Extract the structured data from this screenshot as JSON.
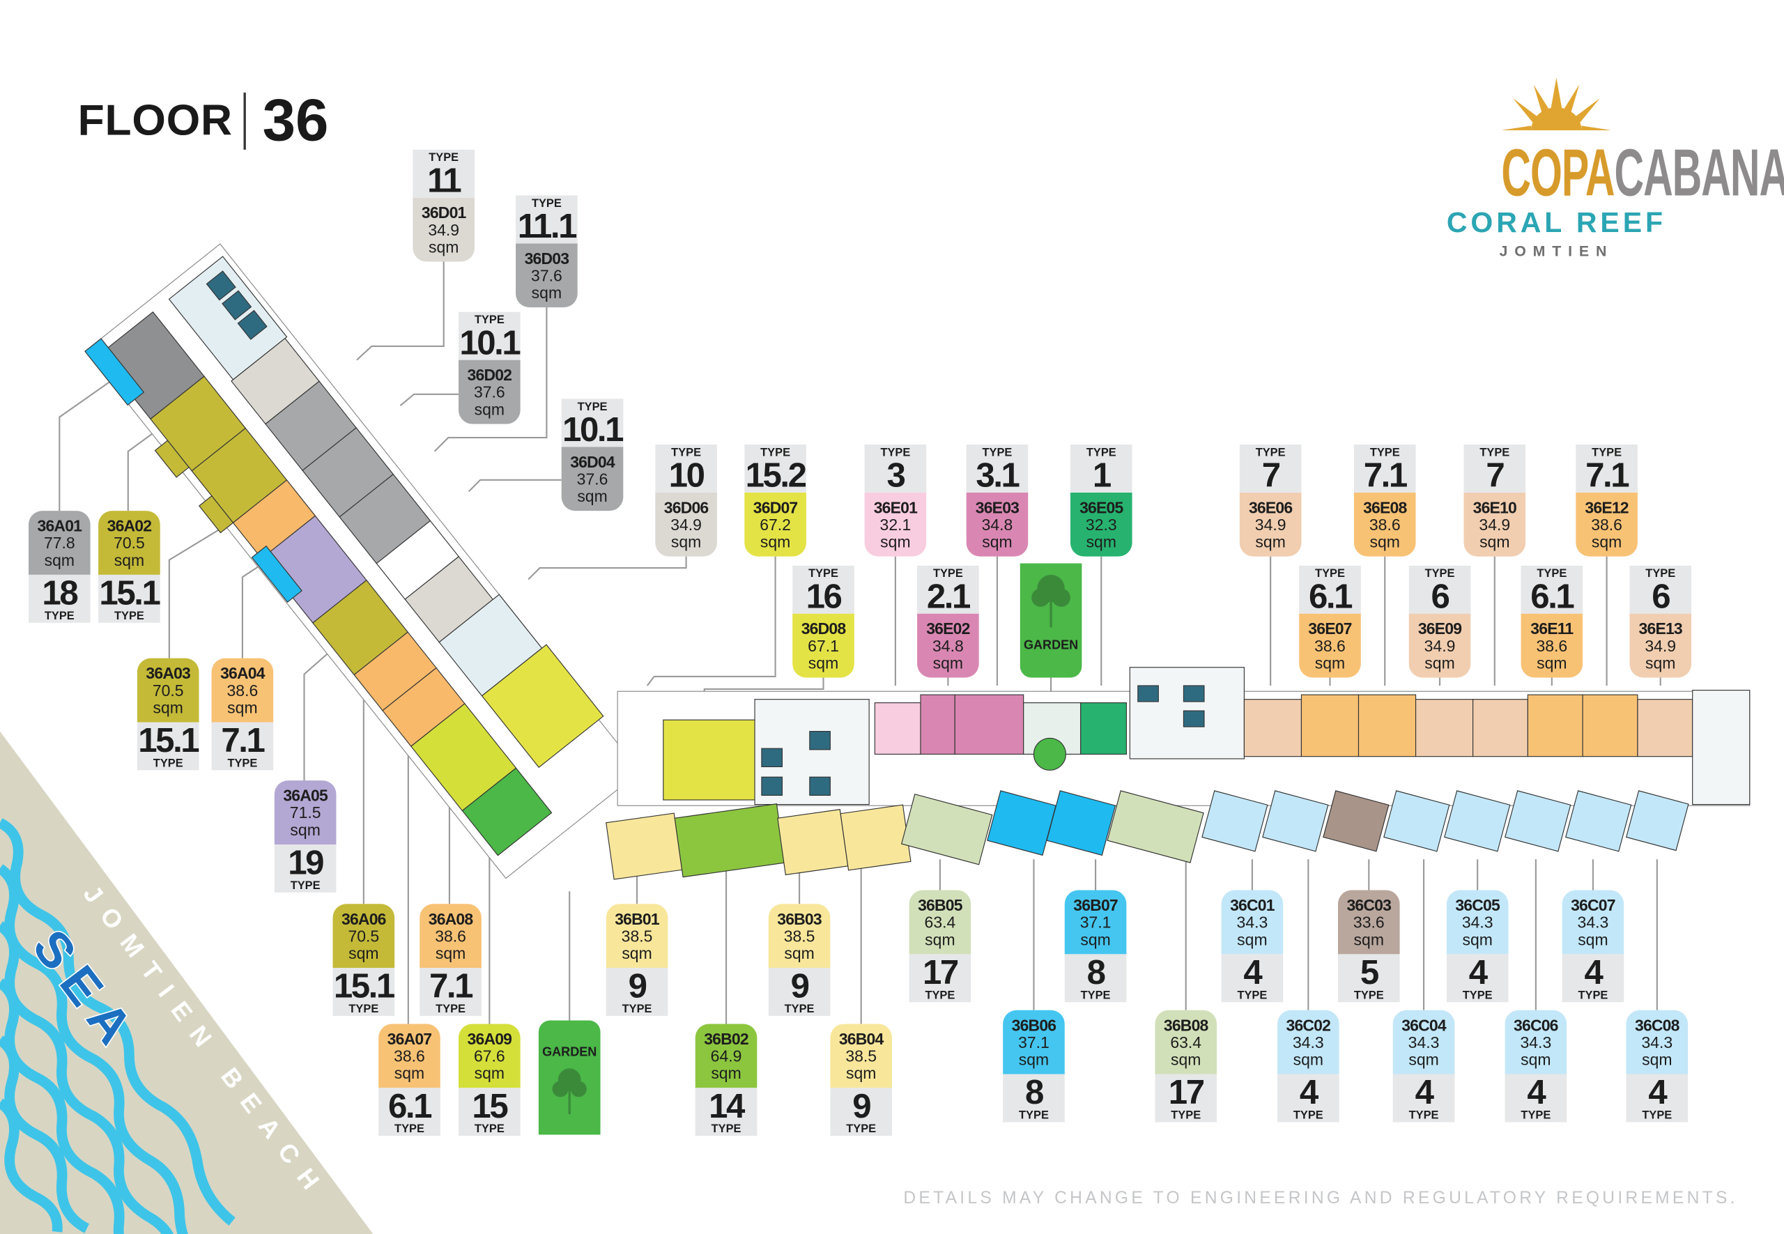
{
  "header": {
    "floor_word": "FLOOR",
    "floor_number": "36"
  },
  "logo": {
    "brand_gold": "COPA",
    "brand_silver": "CABANA",
    "subtitle": "CORAL REEF",
    "location": "JOMTIEN"
  },
  "common": {
    "type_label": "TYPE",
    "area_unit": "sqm",
    "garden_label": "GARDEN"
  },
  "beach": {
    "beach_label": "JOMTIEN BEACH",
    "sea_label": "SEA"
  },
  "footer": {
    "disclaimer": "DETAILS MAY CHANGE TO ENGINEERING AND REGULATORY REQUIREMENTS."
  },
  "labels": [
    {
      "unit": "36D01",
      "type": "11",
      "area": "34.9",
      "color": "#dcd9d3",
      "style": "top"
    },
    {
      "unit": "36D03",
      "type": "11.1",
      "area": "37.6",
      "color": "#a6a8a9",
      "style": "top"
    },
    {
      "unit": "36D02",
      "type": "10.1",
      "area": "37.6",
      "color": "#a6a8a9",
      "style": "top"
    },
    {
      "unit": "36D04",
      "type": "10.1",
      "area": "37.6",
      "color": "#a6a8a9",
      "style": "top"
    },
    {
      "unit": "36D06",
      "type": "10",
      "area": "34.9",
      "color": "#dcd9d3",
      "style": "top"
    },
    {
      "unit": "36D07",
      "type": "15.2",
      "area": "67.2",
      "color": "#e4e346",
      "style": "top"
    },
    {
      "unit": "36E01",
      "type": "3",
      "area": "32.1",
      "color": "#f9cde0",
      "style": "top"
    },
    {
      "unit": "36E03",
      "type": "3.1",
      "area": "34.8",
      "color": "#d987b2",
      "style": "top"
    },
    {
      "unit": "36E05",
      "type": "1",
      "area": "32.3",
      "color": "#27b36f",
      "style": "top"
    },
    {
      "unit": "36E06",
      "type": "7",
      "area": "34.9",
      "color": "#f1ceb0",
      "style": "top"
    },
    {
      "unit": "36E08",
      "type": "7.1",
      "area": "38.6",
      "color": "#f8c275",
      "style": "top"
    },
    {
      "unit": "36E10",
      "type": "7",
      "area": "34.9",
      "color": "#f1ceb0",
      "style": "top"
    },
    {
      "unit": "36E12",
      "type": "7.1",
      "area": "38.6",
      "color": "#f8c275",
      "style": "top"
    },
    {
      "unit": "36D08",
      "type": "16",
      "area": "67.1",
      "color": "#e4e346",
      "style": "top"
    },
    {
      "unit": "36E02",
      "type": "2.1",
      "area": "34.8",
      "color": "#d987b2",
      "style": "top"
    },
    {
      "unit": "36E07",
      "type": "6.1",
      "area": "38.6",
      "color": "#f8c275",
      "style": "top"
    },
    {
      "unit": "36E09",
      "type": "6",
      "area": "34.9",
      "color": "#f1ceb0",
      "style": "top"
    },
    {
      "unit": "36E11",
      "type": "6.1",
      "area": "38.6",
      "color": "#f8c275",
      "style": "top"
    },
    {
      "unit": "36E13",
      "type": "6",
      "area": "34.9",
      "color": "#f1ceb0",
      "style": "top"
    },
    {
      "unit": "36A01",
      "type": "18",
      "area": "77.8",
      "color": "#a6a8a9",
      "style": "bottom"
    },
    {
      "unit": "36A02",
      "type": "15.1",
      "area": "70.5",
      "color": "#c4ba38",
      "style": "bottom"
    },
    {
      "unit": "36A03",
      "type": "15.1",
      "area": "70.5",
      "color": "#c4ba38",
      "style": "bottom"
    },
    {
      "unit": "36A04",
      "type": "7.1",
      "area": "38.6",
      "color": "#f8c275",
      "style": "bottom"
    },
    {
      "unit": "36A05",
      "type": "19",
      "area": "71.5",
      "color": "#b3a7d3",
      "style": "bottom"
    },
    {
      "unit": "36A06",
      "type": "15.1",
      "area": "70.5",
      "color": "#c4ba38",
      "style": "bottom"
    },
    {
      "unit": "36A08",
      "type": "7.1",
      "area": "38.6",
      "color": "#f8c275",
      "style": "bottom"
    },
    {
      "unit": "36A07",
      "type": "6.1",
      "area": "38.6",
      "color": "#f8c275",
      "style": "bottom"
    },
    {
      "unit": "36A09",
      "type": "15",
      "area": "67.6",
      "color": "#d5df3a",
      "style": "bottom"
    },
    {
      "unit": "36B01",
      "type": "9",
      "area": "38.5",
      "color": "#f8e79b",
      "style": "bottom"
    },
    {
      "unit": "36B03",
      "type": "9",
      "area": "38.5",
      "color": "#f8e79b",
      "style": "bottom"
    },
    {
      "unit": "36B02",
      "type": "14",
      "area": "64.9",
      "color": "#8cc63f",
      "style": "bottom"
    },
    {
      "unit": "36B04",
      "type": "9",
      "area": "38.5",
      "color": "#f8e79b",
      "style": "bottom"
    },
    {
      "unit": "36B05",
      "type": "17",
      "area": "63.4",
      "color": "#d2e0b9",
      "style": "bottom"
    },
    {
      "unit": "36B07",
      "type": "8",
      "area": "37.1",
      "color": "#45c6f0",
      "style": "bottom"
    },
    {
      "unit": "36C01",
      "type": "4",
      "area": "34.3",
      "color": "#c2e7f8",
      "style": "bottom"
    },
    {
      "unit": "36C03",
      "type": "5",
      "area": "33.6",
      "color": "#b9a79d",
      "style": "bottom"
    },
    {
      "unit": "36C05",
      "type": "4",
      "area": "34.3",
      "color": "#c2e7f8",
      "style": "bottom"
    },
    {
      "unit": "36C07",
      "type": "4",
      "area": "34.3",
      "color": "#c2e7f8",
      "style": "bottom"
    },
    {
      "unit": "36B06",
      "type": "8",
      "area": "37.1",
      "color": "#45c6f0",
      "style": "bottom"
    },
    {
      "unit": "36B08",
      "type": "17",
      "area": "63.4",
      "color": "#d2e0b9",
      "style": "bottom"
    },
    {
      "unit": "36C02",
      "type": "4",
      "area": "34.3",
      "color": "#c2e7f8",
      "style": "bottom"
    },
    {
      "unit": "36C04",
      "type": "4",
      "area": "34.3",
      "color": "#c2e7f8",
      "style": "bottom"
    },
    {
      "unit": "36C06",
      "type": "4",
      "area": "34.3",
      "color": "#c2e7f8",
      "style": "bottom"
    },
    {
      "unit": "36C08",
      "type": "4",
      "area": "34.3",
      "color": "#c2e7f8",
      "style": "bottom"
    }
  ]
}
